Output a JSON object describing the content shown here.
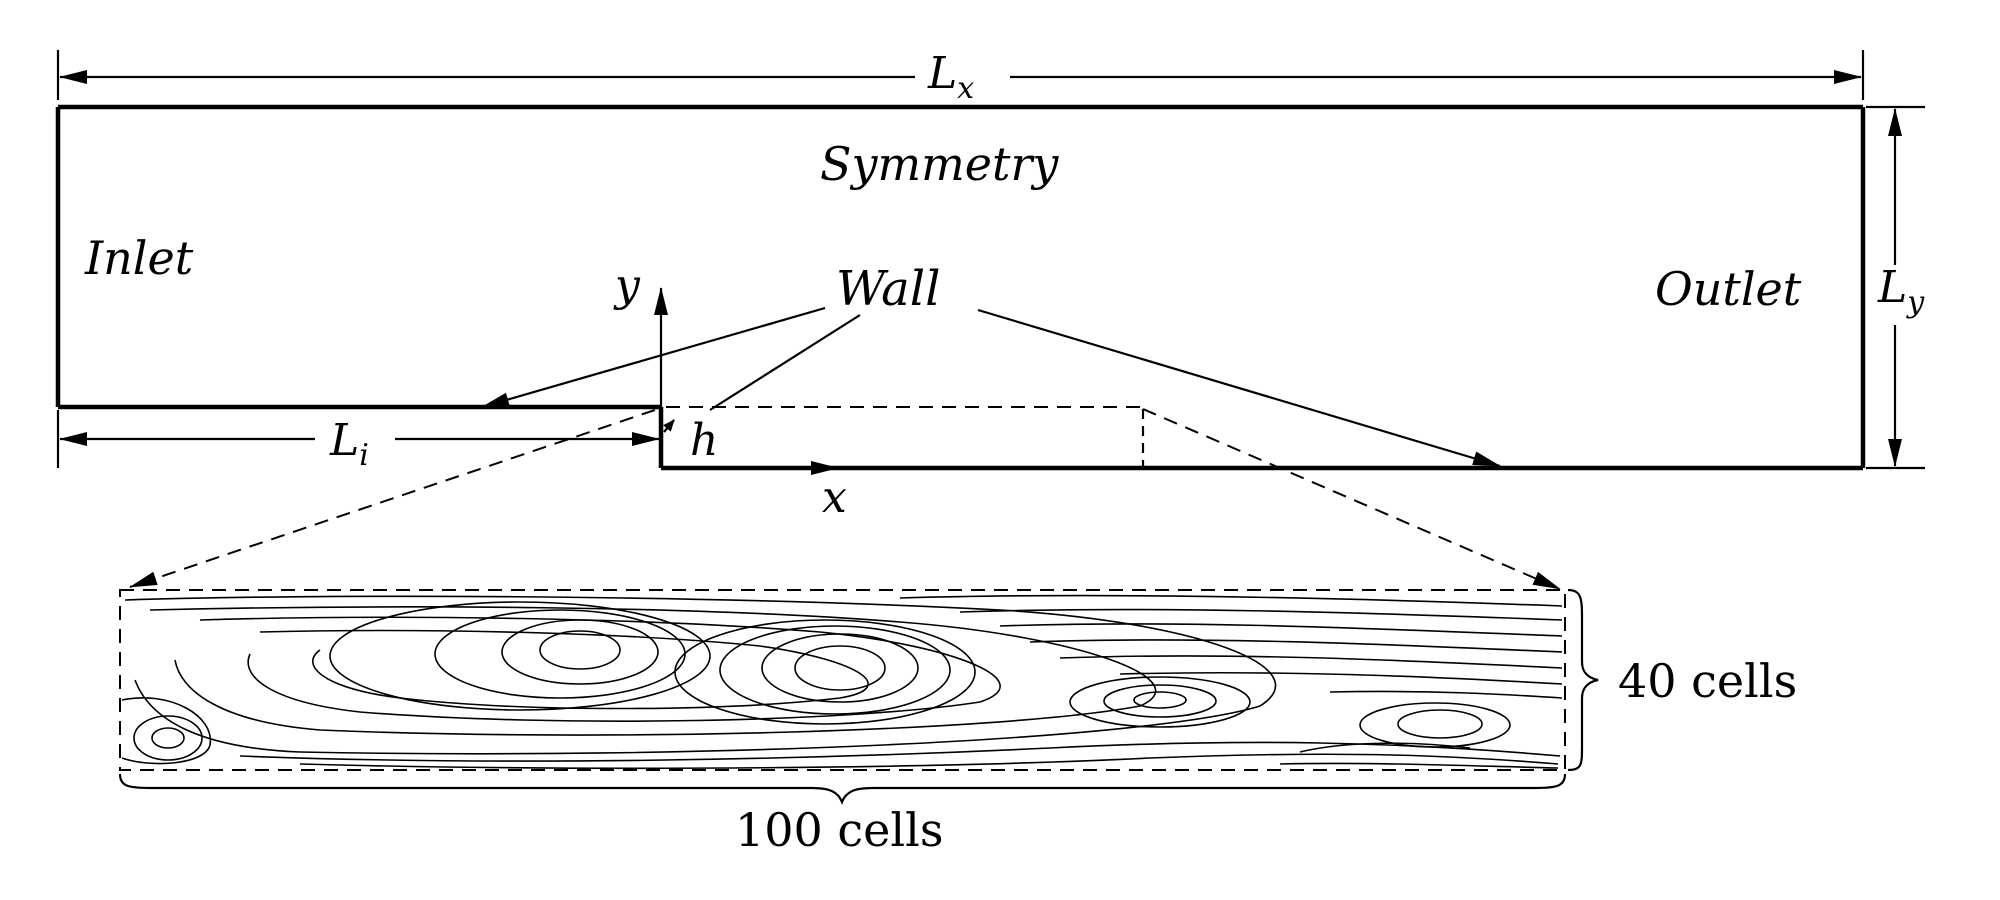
{
  "labels": {
    "length_x": "L",
    "length_x_sub": "x",
    "length_y": "L",
    "length_y_sub": "y",
    "length_i": "L",
    "length_i_sub": "i",
    "step_height": "h",
    "symmetry": "Symmetry",
    "inlet": "Inlet",
    "outlet": "Outlet",
    "wall": "Wall",
    "axis_x": "x",
    "axis_y": "y",
    "cells_vertical": "40 cells",
    "cells_horizontal": "100 cells"
  }
}
